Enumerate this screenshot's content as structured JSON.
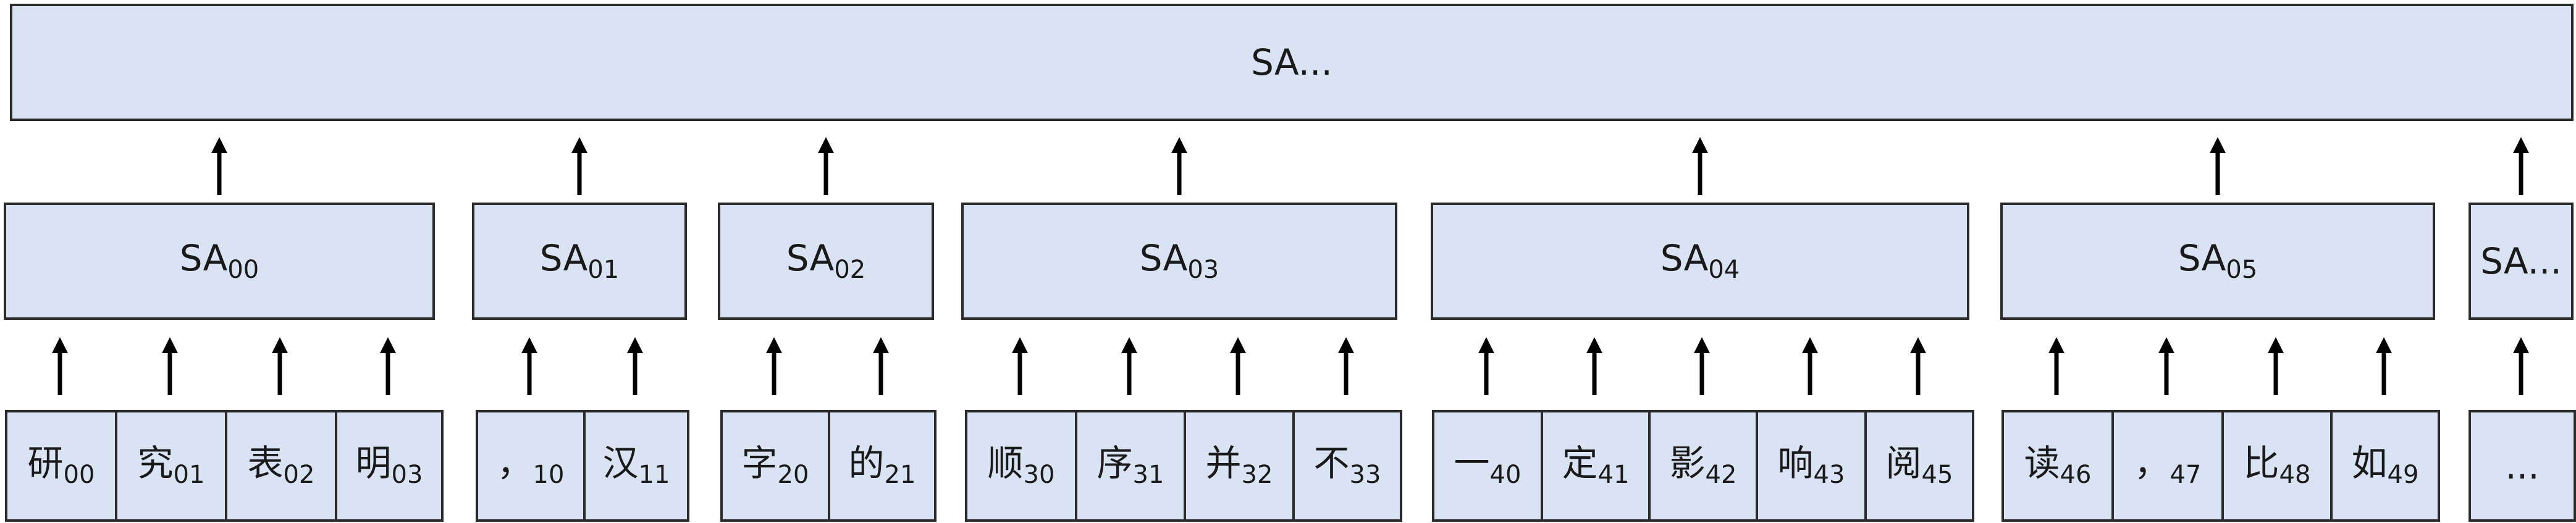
{
  "top": {
    "label": "SA..."
  },
  "groups": [
    {
      "sa": {
        "base": "SA",
        "sub": "00"
      },
      "tokens": [
        {
          "char": "研",
          "idx": "00"
        },
        {
          "char": "究",
          "idx": "01"
        },
        {
          "char": "表",
          "idx": "02"
        },
        {
          "char": "明",
          "idx": "03"
        }
      ]
    },
    {
      "sa": {
        "base": "SA",
        "sub": "01"
      },
      "tokens": [
        {
          "char": "，",
          "idx": "10"
        },
        {
          "char": "汉",
          "idx": "11"
        }
      ]
    },
    {
      "sa": {
        "base": "SA",
        "sub": "02"
      },
      "tokens": [
        {
          "char": "字",
          "idx": "20"
        },
        {
          "char": "的",
          "idx": "21"
        }
      ]
    },
    {
      "sa": {
        "base": "SA",
        "sub": "03"
      },
      "tokens": [
        {
          "char": "顺",
          "idx": "30"
        },
        {
          "char": "序",
          "idx": "31"
        },
        {
          "char": "并",
          "idx": "32"
        },
        {
          "char": "不",
          "idx": "33"
        }
      ]
    },
    {
      "sa": {
        "base": "SA",
        "sub": "04"
      },
      "tokens": [
        {
          "char": "一",
          "idx": "40"
        },
        {
          "char": "定",
          "idx": "41"
        },
        {
          "char": "影",
          "idx": "42"
        },
        {
          "char": "响",
          "idx": "43"
        },
        {
          "char": "阅",
          "idx": "45"
        }
      ]
    },
    {
      "sa": {
        "base": "SA",
        "sub": "05"
      },
      "tokens": [
        {
          "char": "读",
          "idx": "46"
        },
        {
          "char": "，",
          "idx": "47"
        },
        {
          "char": "比",
          "idx": "48"
        },
        {
          "char": "如",
          "idx": "49"
        }
      ]
    },
    {
      "sa": {
        "base": "SA...",
        "sub": ""
      },
      "tokens": [
        {
          "char": "...",
          "idx": ""
        }
      ]
    }
  ]
}
